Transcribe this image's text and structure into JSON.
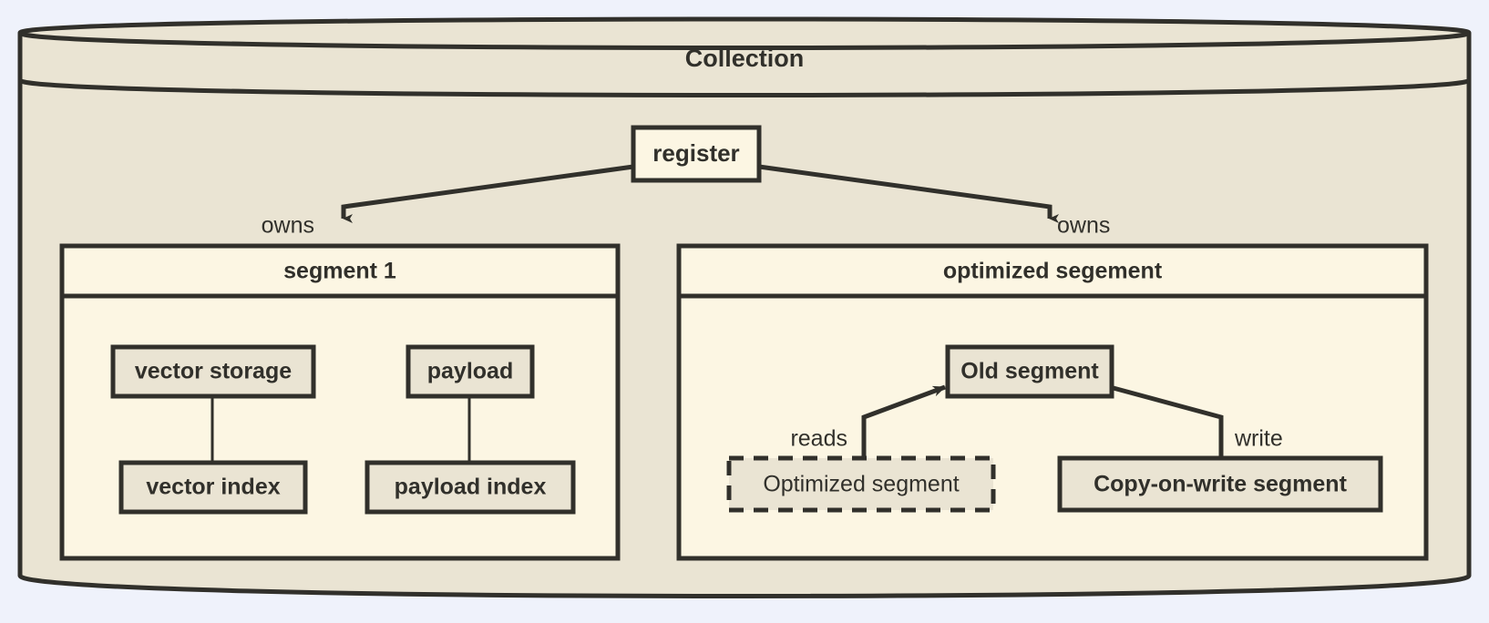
{
  "diagram": {
    "type": "architecture-diagram",
    "title": "Collection",
    "background_color": "#eff2fb",
    "palette": {
      "stroke": "#31302b",
      "cylinder_fill": "#eae4d3",
      "container_fill": "#fcf6e3",
      "node_fill": "#eae4d3",
      "register_fill": "#fcf6e3"
    },
    "container": {
      "shape": "cylinder",
      "label": "Collection"
    },
    "register": {
      "label": "register"
    },
    "segments": [
      {
        "id": "segment-1",
        "title": "segment 1",
        "incoming_edge_label": "owns",
        "nodes": [
          {
            "id": "vector-storage",
            "label": "vector storage",
            "style": "solid",
            "weight": "bold"
          },
          {
            "id": "vector-index",
            "label": "vector index",
            "style": "solid",
            "weight": "bold"
          },
          {
            "id": "payload",
            "label": "payload",
            "style": "solid",
            "weight": "bold"
          },
          {
            "id": "payload-index",
            "label": "payload index",
            "style": "solid",
            "weight": "bold"
          }
        ],
        "links": [
          {
            "from": "vector-storage",
            "to": "vector-index",
            "label": ""
          },
          {
            "from": "payload",
            "to": "payload-index",
            "label": ""
          }
        ]
      },
      {
        "id": "optimized-segement",
        "title": "optimized segement",
        "incoming_edge_label": "owns",
        "nodes": [
          {
            "id": "old-segment",
            "label": "Old segment",
            "style": "solid",
            "weight": "bold"
          },
          {
            "id": "optimized-segment",
            "label": "Optimized segment",
            "style": "dashed",
            "weight": "normal"
          },
          {
            "id": "copy-on-write-segment",
            "label": "Copy-on-write segment",
            "style": "solid",
            "weight": "bold"
          }
        ],
        "links": [
          {
            "from": "optimized-segment",
            "to": "old-segment",
            "label": "reads",
            "arrow": true
          },
          {
            "from": "copy-on-write-segment",
            "to": "old-segment",
            "label": "write",
            "arrow": false
          }
        ]
      }
    ]
  }
}
